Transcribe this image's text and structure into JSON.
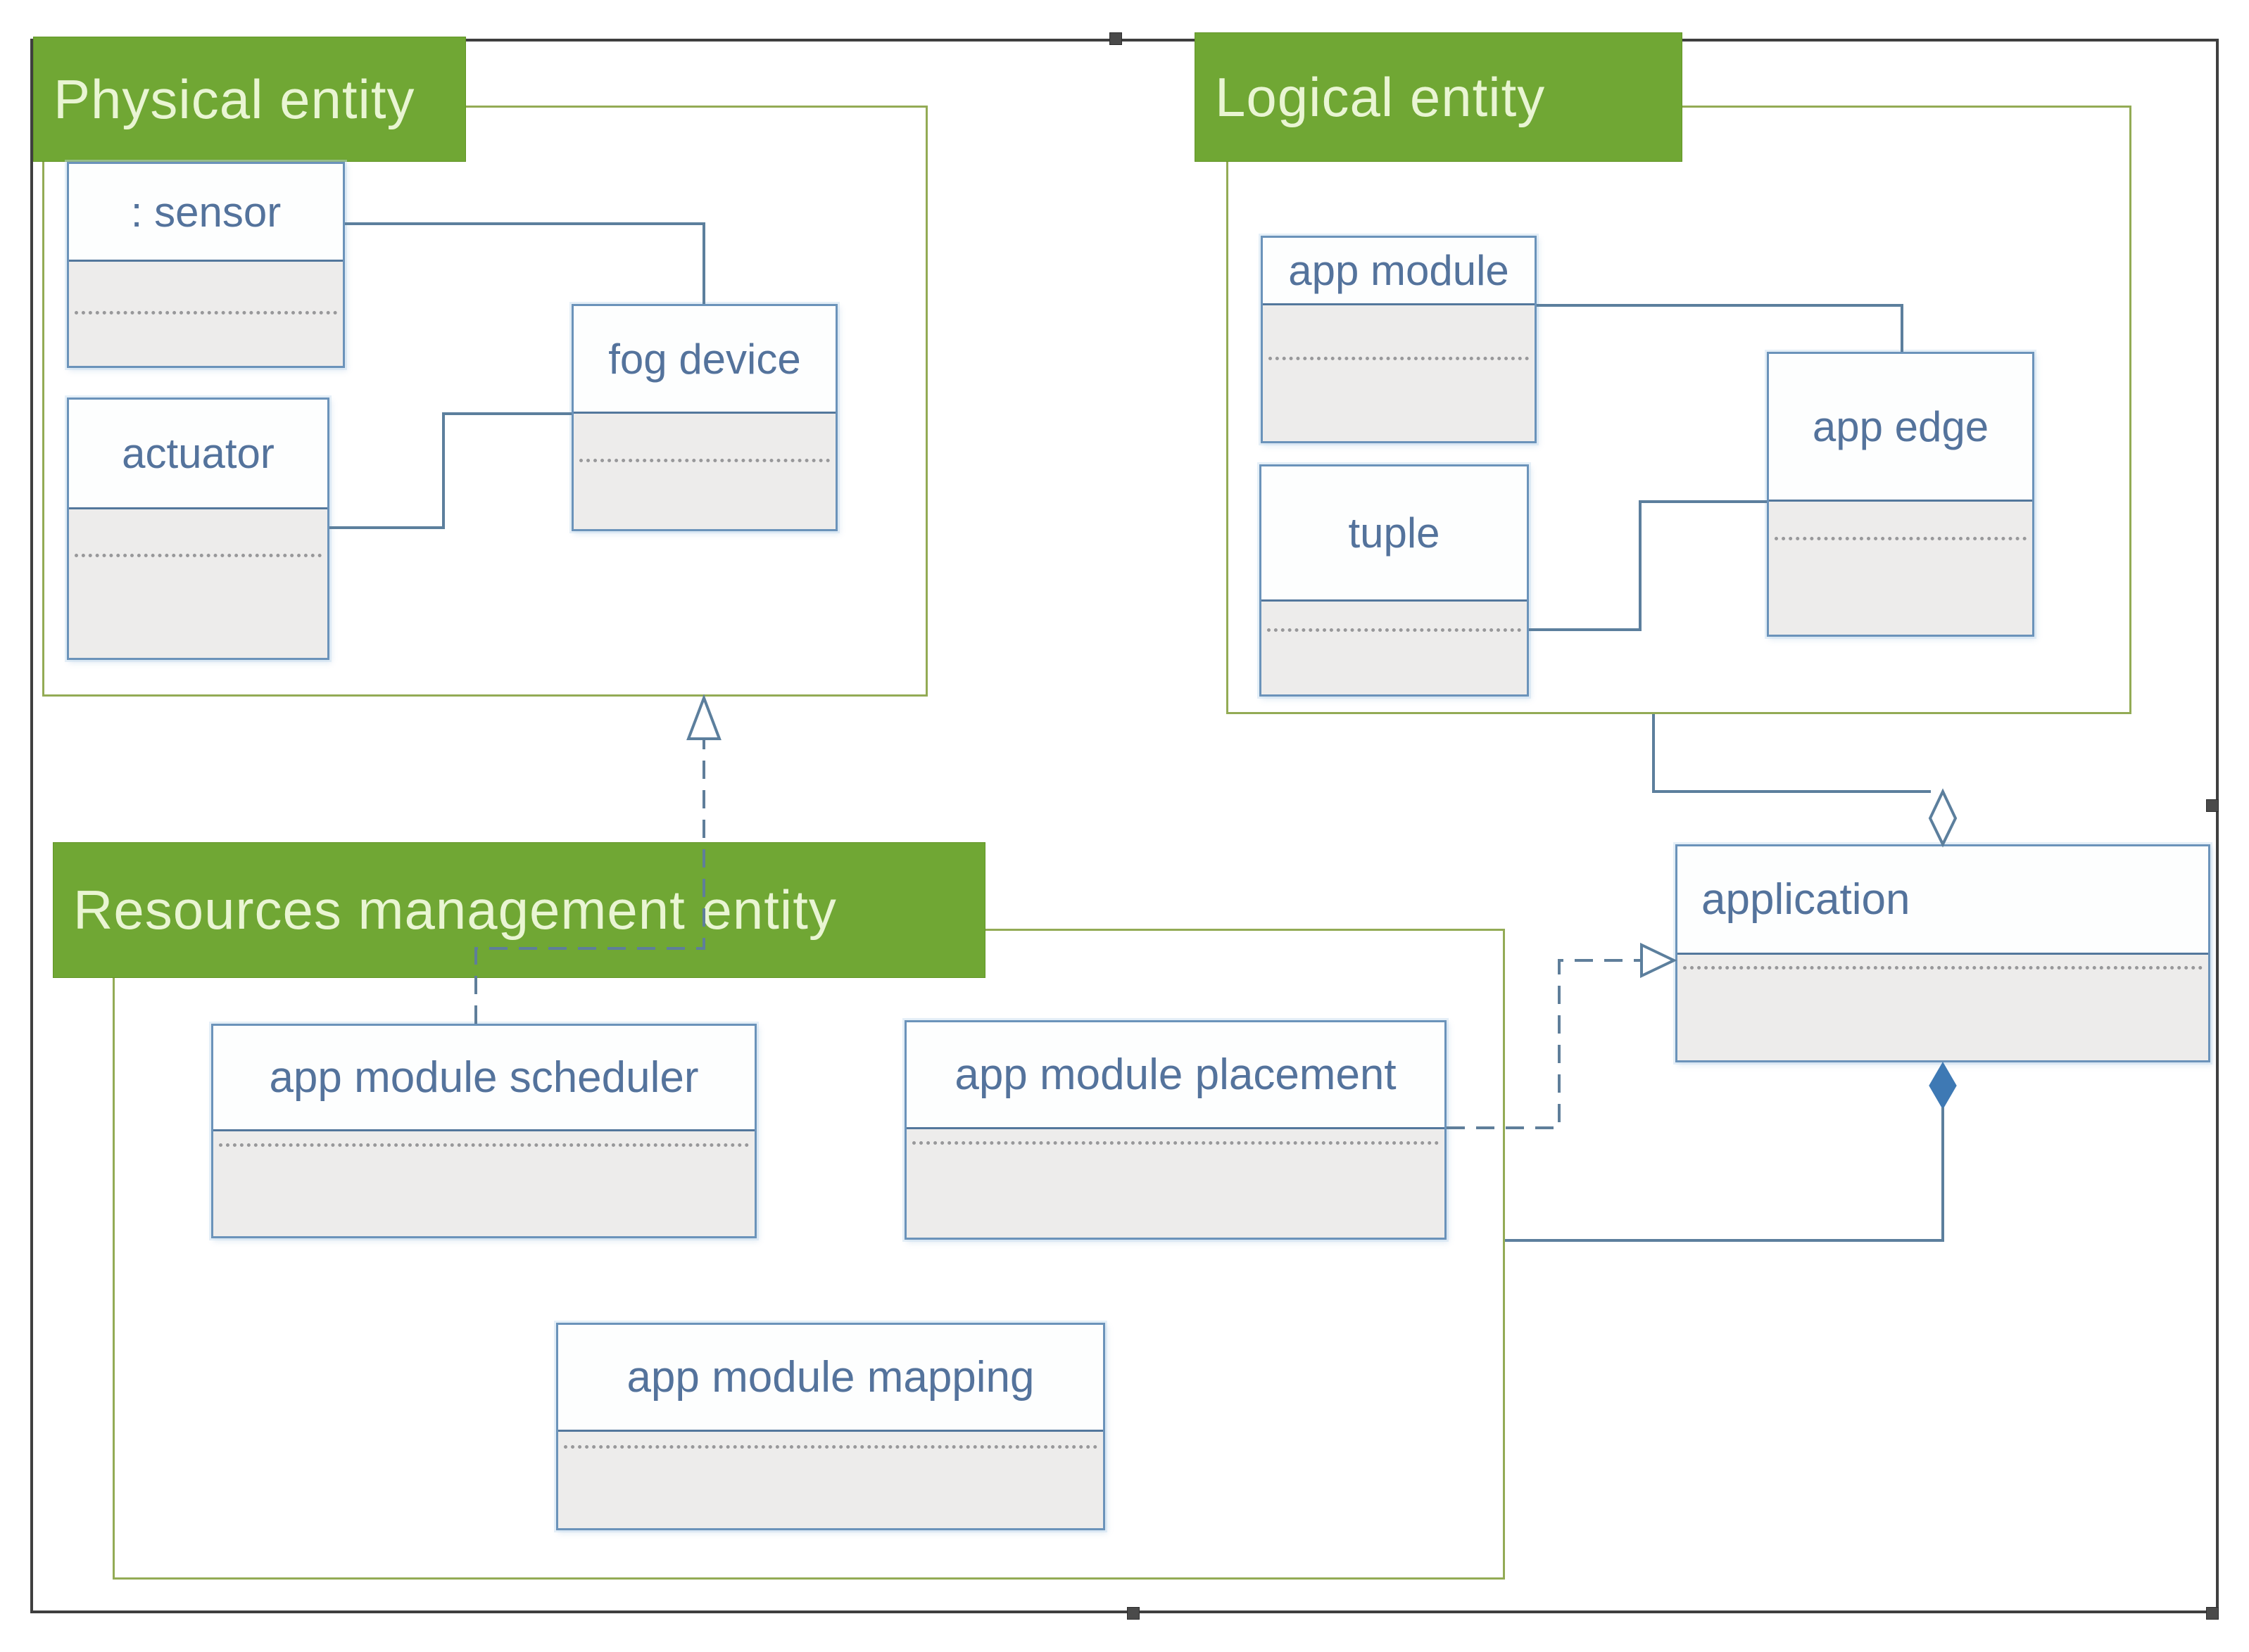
{
  "groups": {
    "physical": {
      "label": "Physical entity"
    },
    "logical": {
      "label": "Logical entity"
    },
    "resources": {
      "label": "Resources management entity"
    }
  },
  "classes": {
    "sensor": {
      "title": ": sensor"
    },
    "actuator": {
      "title": "actuator"
    },
    "fog_device": {
      "title": "fog device"
    },
    "app_module": {
      "title": "app module"
    },
    "tuple": {
      "title": "tuple"
    },
    "app_edge": {
      "title": "app edge"
    },
    "application": {
      "title": "application"
    },
    "scheduler": {
      "title": "app module scheduler"
    },
    "placement": {
      "title": "app module placement"
    },
    "mapping": {
      "title": "app module mapping"
    }
  },
  "relationships": [
    {
      "from": "sensor",
      "to": "fog device",
      "type": "association"
    },
    {
      "from": "actuator",
      "to": "fog device",
      "type": "association"
    },
    {
      "from": "app module",
      "to": "app edge",
      "type": "association"
    },
    {
      "from": "tuple",
      "to": "app edge",
      "type": "association"
    },
    {
      "from": "logical entity",
      "to": "application",
      "type": "aggregation-hollow-diamond"
    },
    {
      "from": "application",
      "to": "resources management entity",
      "type": "composition-filled-diamond"
    },
    {
      "from": "app module scheduler",
      "to": "physical entity / fog device",
      "type": "realization-dashed-hollow-triangle"
    },
    {
      "from": "app module placement",
      "to": "application",
      "type": "realization-dashed-hollow-triangle"
    }
  ],
  "colors": {
    "accent_green": "#70a734",
    "green_label_text": "#e9f5d3",
    "container_border": "#93ab55",
    "box_border": "#6b93ba",
    "box_divider": "#53779c",
    "attribute_fill": "#edeceb",
    "title_text": "#54739c",
    "connector": "#5c7f9d",
    "composition_diamond_fill": "#3e79b4",
    "selection_frame": "#3f3f3f"
  }
}
